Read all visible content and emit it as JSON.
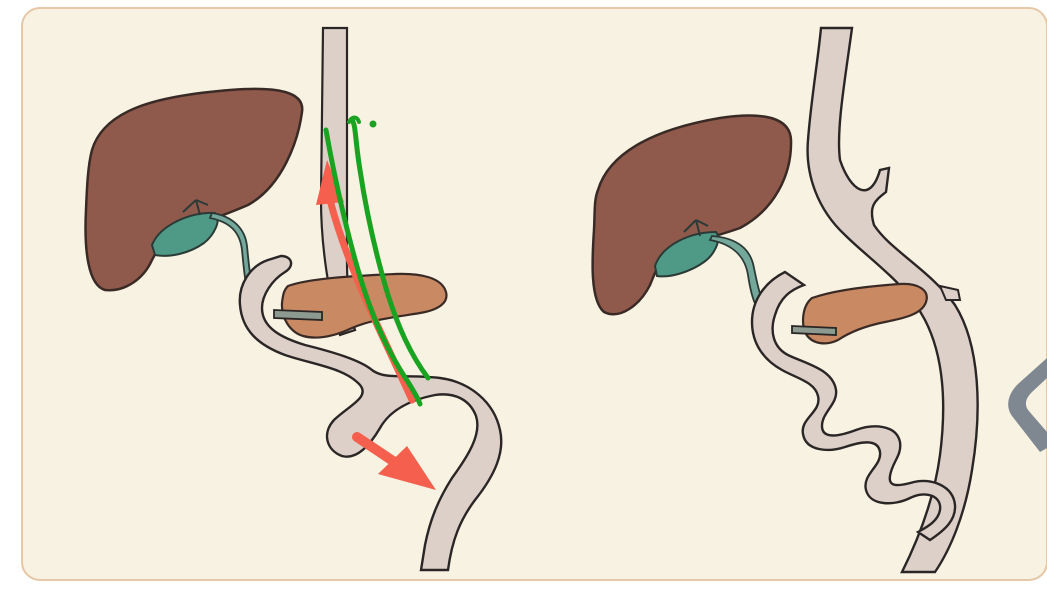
{
  "colors": {
    "paper": "#f7f2e1",
    "border": "#e6c7a8",
    "liver": "#8f5a4c",
    "liver_outline": "#3a2a26",
    "gallbladder": "#4f9a86",
    "duct": "#74a89a",
    "bowel": "#ddd0c8",
    "bowel_outline": "#2b2626",
    "pancreas": "#c98a63",
    "pancreas_duct": "#8c9a8f",
    "red_arrow": "#f4604d",
    "green_marker": "#1aa320",
    "corner_mark": "#7f8890"
  },
  "panels": [
    {
      "name": "left-panel",
      "arrows": [
        "upward-reflux-arrow",
        "downward-flow-arrow"
      ],
      "annotation": "green-double-line"
    },
    {
      "name": "right-panel"
    }
  ]
}
